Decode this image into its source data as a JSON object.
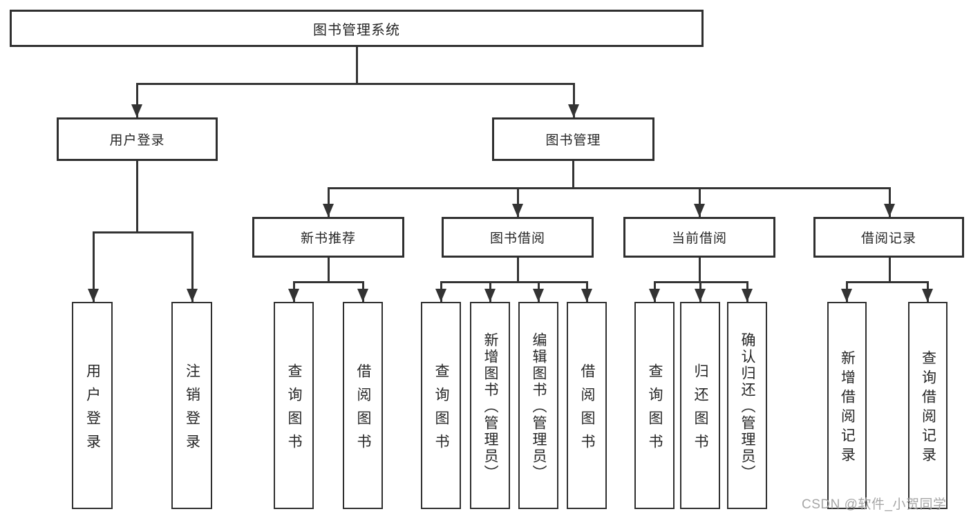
{
  "diagram_type": "hierarchy-tree",
  "tree": {
    "label": "图书管理系统",
    "children": [
      {
        "label": "用户登录",
        "children": [
          {
            "label": "用户登录"
          },
          {
            "label": "注销登录"
          }
        ]
      },
      {
        "label": "图书管理",
        "children": [
          {
            "label": "新书推荐",
            "children": [
              {
                "label": "查询图书"
              },
              {
                "label": "借阅图书"
              }
            ]
          },
          {
            "label": "图书借阅",
            "children": [
              {
                "label": "查询图书"
              },
              {
                "label": "新增图书（管理员）"
              },
              {
                "label": "编辑图书（管理员）"
              },
              {
                "label": "借阅图书"
              }
            ]
          },
          {
            "label": "当前借阅",
            "children": [
              {
                "label": "查询图书"
              },
              {
                "label": "归还图书"
              },
              {
                "label": "确认归还（管理员）"
              }
            ]
          },
          {
            "label": "借阅记录",
            "children": [
              {
                "label": "新增借阅记录"
              },
              {
                "label": "查询借阅记录"
              }
            ]
          }
        ]
      }
    ]
  },
  "watermark": "CSDN @软件_小贺同学",
  "colors": {
    "line": "#333333",
    "box_border": "#2f2f2f",
    "box_background": "#ffffff",
    "text": "#262626",
    "watermark_text": "#a6a6a6"
  }
}
